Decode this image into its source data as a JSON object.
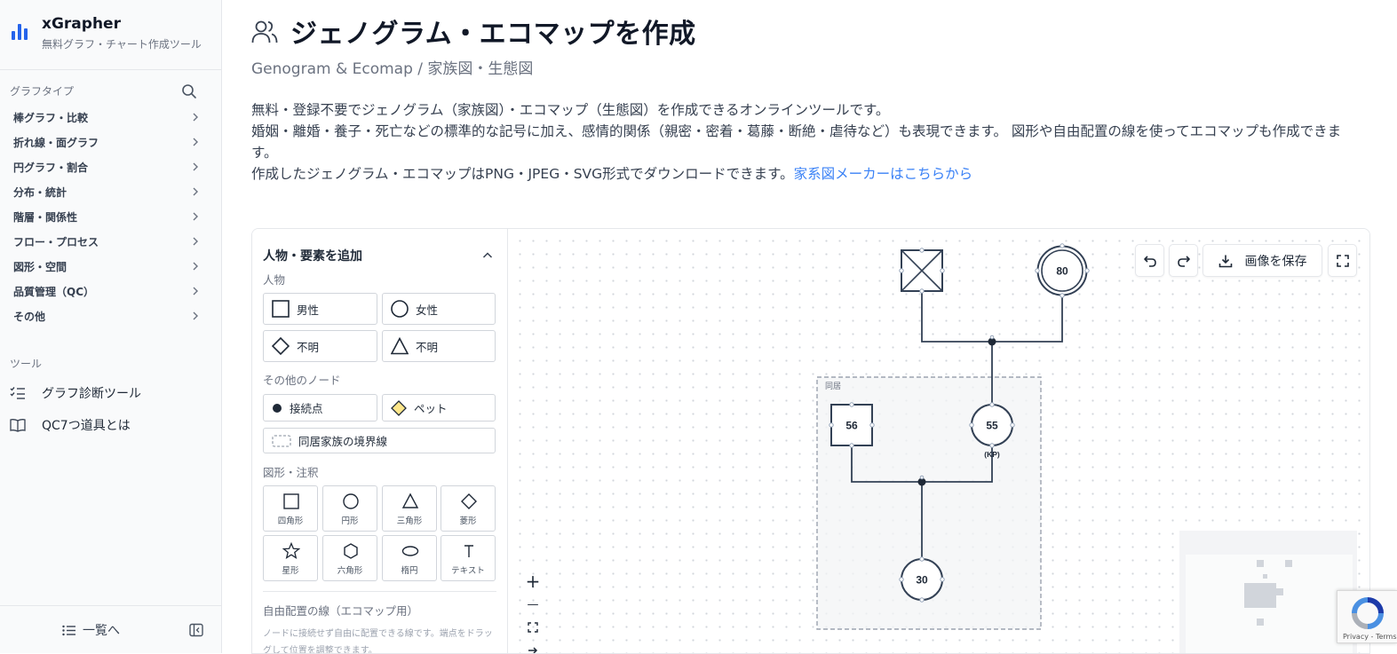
{
  "app": {
    "name": "xGrapher",
    "tagline": "無料グラフ・チャート作成ツール"
  },
  "sidebar": {
    "graph_types_label": "グラフタイプ",
    "categories": [
      {
        "label": "棒グラフ・比較"
      },
      {
        "label": "折れ線・面グラフ"
      },
      {
        "label": "円グラフ・割合"
      },
      {
        "label": "分布・統計"
      },
      {
        "label": "階層・関係性"
      },
      {
        "label": "フロー・プロセス"
      },
      {
        "label": "図形・空間"
      },
      {
        "label": "品質管理（QC）"
      },
      {
        "label": "その他"
      }
    ],
    "tools_label": "ツール",
    "tools": [
      {
        "label": "グラフ診断ツール",
        "icon": "checklist-icon"
      },
      {
        "label": "QC7つ道具とは",
        "icon": "book-open-icon"
      }
    ],
    "back_label": "一覧へ"
  },
  "header": {
    "title": "ジェノグラム・エコマップを作成",
    "subtitle": "Genogram & Ecomap / 家族図・生態図",
    "desc_line1": "無料・登録不要でジェノグラム（家族図）・エコマップ（生態図）を作成できるオンラインツールです。",
    "desc_line2": "婚姻・離婚・養子・死亡などの標準的な記号に加え、感情的関係（親密・密着・葛藤・断絶・虐待など）も表現できます。 図形や自由配置の線を使ってエコマップも作成できます。",
    "desc_line3": "作成したジェノグラム・エコマップはPNG・JPEG・SVG形式でダウンロードできます。",
    "family_tree_link": "家系図メーカーはこちらから"
  },
  "palette": {
    "title": "人物・要素を追加",
    "people_label": "人物",
    "people": [
      {
        "label": "男性",
        "shape": "square"
      },
      {
        "label": "女性",
        "shape": "circle"
      },
      {
        "label": "不明",
        "shape": "diamond"
      },
      {
        "label": "不明",
        "shape": "triangle"
      }
    ],
    "other_label": "その他のノード",
    "connector_label": "接続点",
    "pet_label": "ペット",
    "boundary_label": "同居家族の境界線",
    "shapes_label": "図形・注釈",
    "shapes": [
      {
        "label": "四角形",
        "icon": "square-icon"
      },
      {
        "label": "円形",
        "icon": "circle-icon"
      },
      {
        "label": "三角形",
        "icon": "triangle-icon"
      },
      {
        "label": "菱形",
        "icon": "diamond-icon"
      },
      {
        "label": "星形",
        "icon": "star-icon"
      },
      {
        "label": "六角形",
        "icon": "hexagon-icon"
      },
      {
        "label": "楕円",
        "icon": "ellipse-icon"
      },
      {
        "label": "テキスト",
        "icon": "text-icon"
      }
    ],
    "free_line_label": "自由配置の線（エコマップ用）",
    "free_line_note": "ノードに接続せず自由に配置できる線です。端点をドラッグして位置を調整できます。"
  },
  "toolbar": {
    "save_label": "画像を保存"
  },
  "diagram": {
    "household_label": "同居",
    "grandmother_age": "80",
    "father_age": "56",
    "mother_age": "55",
    "kp_label": "(KP)",
    "child_age": "30"
  },
  "zoom": {
    "in": "+",
    "out": "—"
  },
  "recaptcha": {
    "text": "Privacy - Terms"
  },
  "colors": {
    "accent": "#2563eb",
    "link": "#3b82f6",
    "node_stroke": "#334155",
    "pet_fill": "#fde68a"
  }
}
